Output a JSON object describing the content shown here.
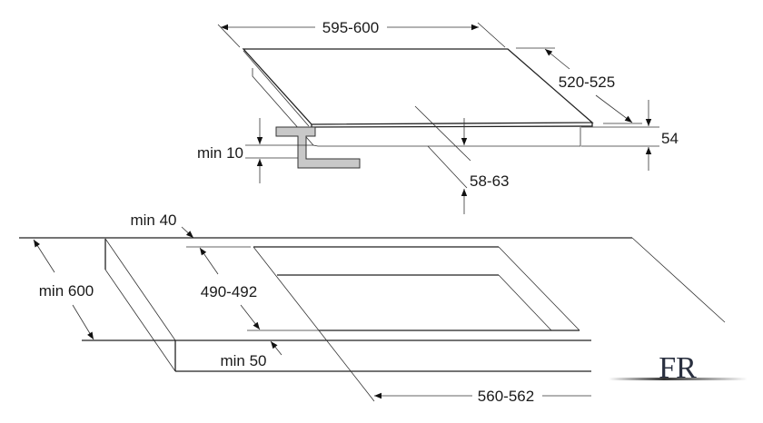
{
  "dimensions": {
    "hob_width": "595-600",
    "hob_depth": "520-525",
    "hob_height": "54",
    "min_clearance_below": "min 10",
    "cutout_offset": "58-63",
    "min_back_distance": "min 40",
    "min_worktop_depth": "min 600",
    "cutout_depth": "490-492",
    "min_front_distance": "min 50",
    "cutout_width": "560-562"
  },
  "logo": {
    "text": "FR"
  },
  "colors": {
    "line": "#222222",
    "bracket_fill": "#c8c8c8",
    "logo": "#2a3040"
  }
}
